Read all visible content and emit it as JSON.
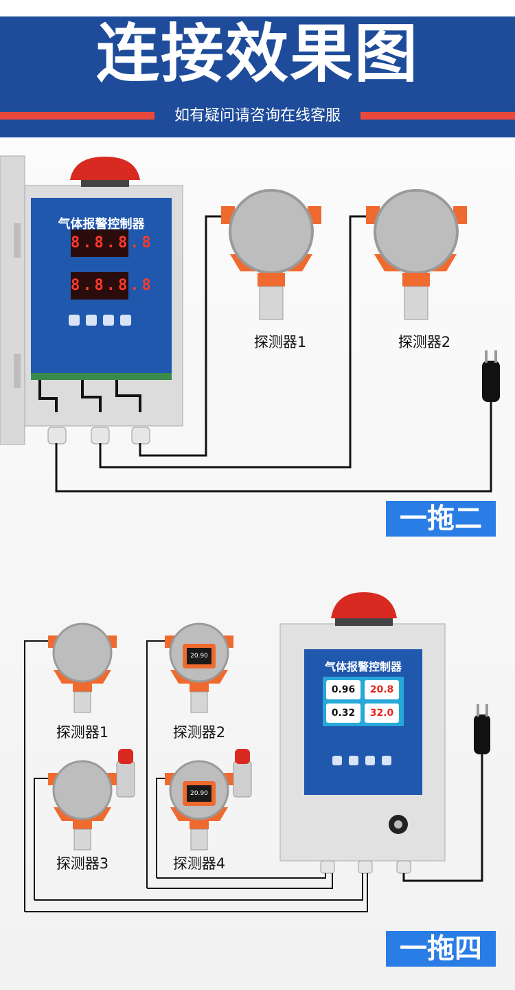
{
  "header": {
    "title": "连接效果图",
    "subtitle": "如有疑问请咨询在线客服"
  },
  "section1": {
    "controller_title": "气体报警控制器",
    "channel1_display": "8.8.8.8",
    "channel2_display": "8.8.8.8",
    "detectors": [
      "探测器1",
      "探测器2"
    ],
    "tag": "一拖二"
  },
  "section2": {
    "controller_title": "气体报警控制器",
    "screen_values": [
      "0.96",
      "20.8",
      "0.32",
      "32.0"
    ],
    "detector_display": "20.90",
    "detectors": [
      "探测器1",
      "探测器2",
      "探测器3",
      "探测器4"
    ],
    "tag": "一拖四"
  },
  "colors": {
    "banner": "#1e4c9a",
    "stripe": "#e9493c",
    "tag": "#2a7de4",
    "detector_orange": "#ef6a2f"
  }
}
